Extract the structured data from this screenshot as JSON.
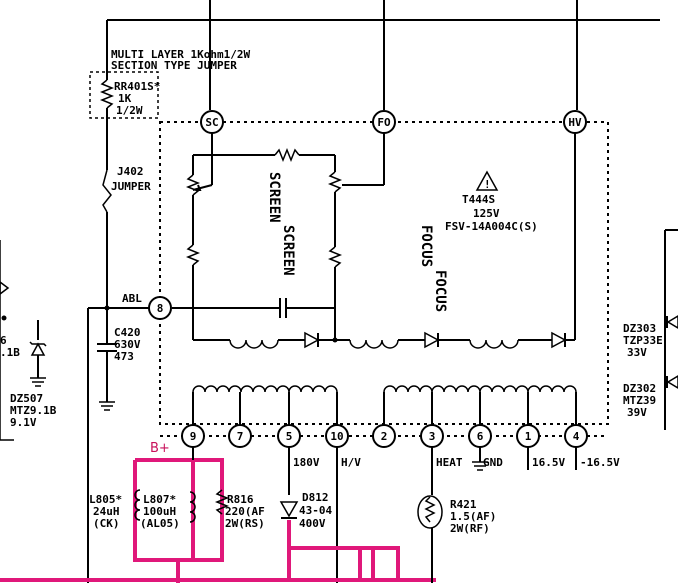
{
  "jumper_note": [
    "MULTI LAYER 1Kohm1/2W",
    "SECTION TYPE JUMPER"
  ],
  "rr401s": [
    "RR401S*",
    "1K",
    "1/2W"
  ],
  "j402": [
    "J402",
    "JUMPER"
  ],
  "abl": "ABL",
  "c420": [
    "C420",
    "630V",
    "473"
  ],
  "dz507": [
    "DZ507",
    "MTZ9.1B",
    "9.1V"
  ],
  "left_cut": [
    ".1B",
    "6"
  ],
  "sc": "SC",
  "fo": "FO",
  "hv": "HV",
  "screen": [
    "SCREEN",
    "SCREEN"
  ],
  "focus": [
    "FOCUS",
    "FOCUS"
  ],
  "t444s": [
    "T444S",
    "125V",
    "FSV-14A004C(S)"
  ],
  "pins": [
    "8",
    "9",
    "7",
    "5",
    "10",
    "2",
    "3",
    "6",
    "1",
    "4"
  ],
  "pin_labels": [
    "180V",
    "H/V",
    "HEAT",
    "GND",
    "16.5V",
    "-16.5V"
  ],
  "bplus": "B+",
  "l805": [
    "L805*",
    "24uH",
    "(CK)"
  ],
  "l807": [
    "L807*",
    "100uH",
    "(AL05)"
  ],
  "r816": [
    "R816",
    "220(AF",
    "2W(RS)"
  ],
  "d812": [
    "D812",
    "43-04",
    "400V"
  ],
  "r421": [
    "R421",
    "1.5(AF)",
    "2W(RF)"
  ],
  "dz303": [
    "DZ303",
    "TZP33E",
    "33V"
  ],
  "dz302": [
    "DZ302",
    "MTZ39",
    "39V"
  ],
  "colors": {
    "ink": "#000000",
    "highlight": "#e0187a",
    "bplus": "#c8105a"
  }
}
